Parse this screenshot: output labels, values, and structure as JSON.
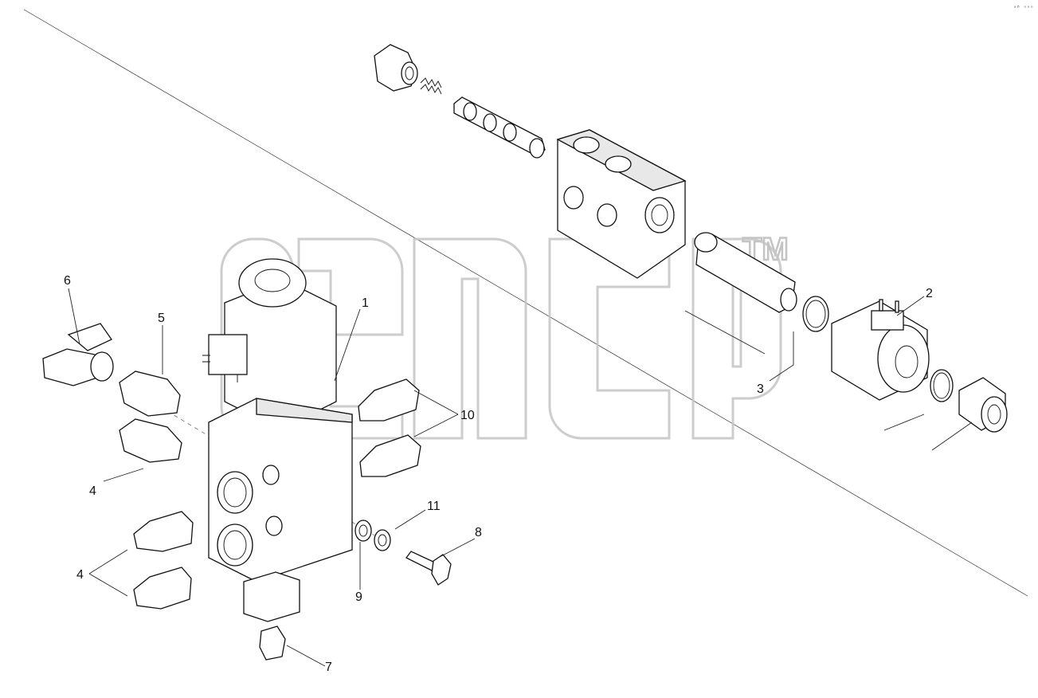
{
  "diagram": {
    "corner_mark": "ᵃᴮ ᵒᵒᵒ",
    "watermark_trademark": "TM",
    "callouts": [
      {
        "id": "c1",
        "label": "1"
      },
      {
        "id": "c2",
        "label": "2"
      },
      {
        "id": "c3",
        "label": "3"
      },
      {
        "id": "c4a",
        "label": "4"
      },
      {
        "id": "c4b",
        "label": "4"
      },
      {
        "id": "c5",
        "label": "5"
      },
      {
        "id": "c6",
        "label": "6"
      },
      {
        "id": "c7",
        "label": "7"
      },
      {
        "id": "c8",
        "label": "8"
      },
      {
        "id": "c9",
        "label": "9"
      },
      {
        "id": "c10",
        "label": "10"
      },
      {
        "id": "c11",
        "label": "11"
      }
    ]
  }
}
